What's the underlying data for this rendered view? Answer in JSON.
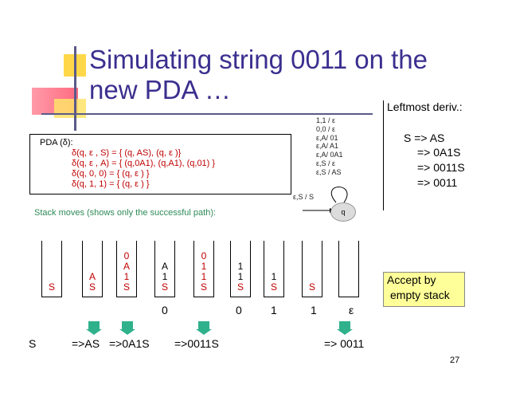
{
  "slide": {
    "title_line1": "Simulating string 0011 on the",
    "title_line2": "new PDA …",
    "page_number": "27"
  },
  "pda": {
    "header": "PDA (δ):",
    "rules": [
      "δ(q, ε , S) = { (q, AS), (q, ε )}",
      "δ(q, ε , A) = { (q,0A1), (q,A1), (q,01) }",
      "δ(q, 0, 0) = { (q, ε ) }",
      "δ(q, 1, 1) = { (q, ε ) }"
    ]
  },
  "state_diagram": {
    "transitions": [
      "1,1 / ε",
      "0,0 / ε",
      "ε,A/ 01",
      "ε,A/ A1",
      "ε,A/ 0A1",
      "ε,S / ε",
      "ε,S / AS"
    ],
    "incoming": "ε,S / S",
    "state_label": "q"
  },
  "leftmost": {
    "title": "Leftmost deriv.:",
    "lines": [
      "S => AS",
      "=> 0A1S",
      "=> 0011S",
      "=> 0011"
    ]
  },
  "stack_moves": {
    "caption": "Stack moves (shows only the successful path):",
    "stacks": [
      [
        "S"
      ],
      [
        "A",
        "S"
      ],
      [
        "0",
        "A",
        "1",
        "S"
      ],
      [
        "A",
        "1",
        "S"
      ],
      [
        "0",
        "1",
        "1",
        "S"
      ],
      [
        "1",
        "1",
        "S"
      ],
      [
        "1",
        "S"
      ],
      [
        "S"
      ],
      []
    ],
    "inputs": [
      "0",
      "0",
      "1",
      "1",
      "ε"
    ],
    "derivations": [
      "S",
      "=>AS",
      "=>0A1S",
      "=>0011S",
      "=> 0011"
    ]
  },
  "accept_box": {
    "line1": "Accept by",
    "line2": "empty stack"
  },
  "colors": {
    "title": "#3b2f8f",
    "rules": "#c00000",
    "caption": "#2e8b57",
    "arrow": "#2fb18c",
    "accept_bg": "#ffff99"
  }
}
